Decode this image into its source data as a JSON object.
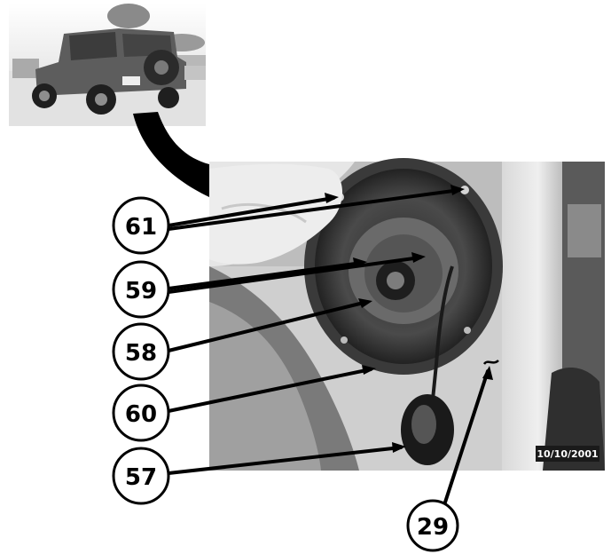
{
  "photo": {
    "date_stamp": "10/10/2001"
  },
  "callouts": [
    {
      "id": "c61",
      "label": "61"
    },
    {
      "id": "c59",
      "label": "59"
    },
    {
      "id": "c58",
      "label": "58"
    },
    {
      "id": "c60",
      "label": "60"
    },
    {
      "id": "c57",
      "label": "57"
    },
    {
      "id": "c29",
      "label": "29"
    }
  ],
  "colors": {
    "ink": "#000000",
    "paper": "#ffffff"
  }
}
